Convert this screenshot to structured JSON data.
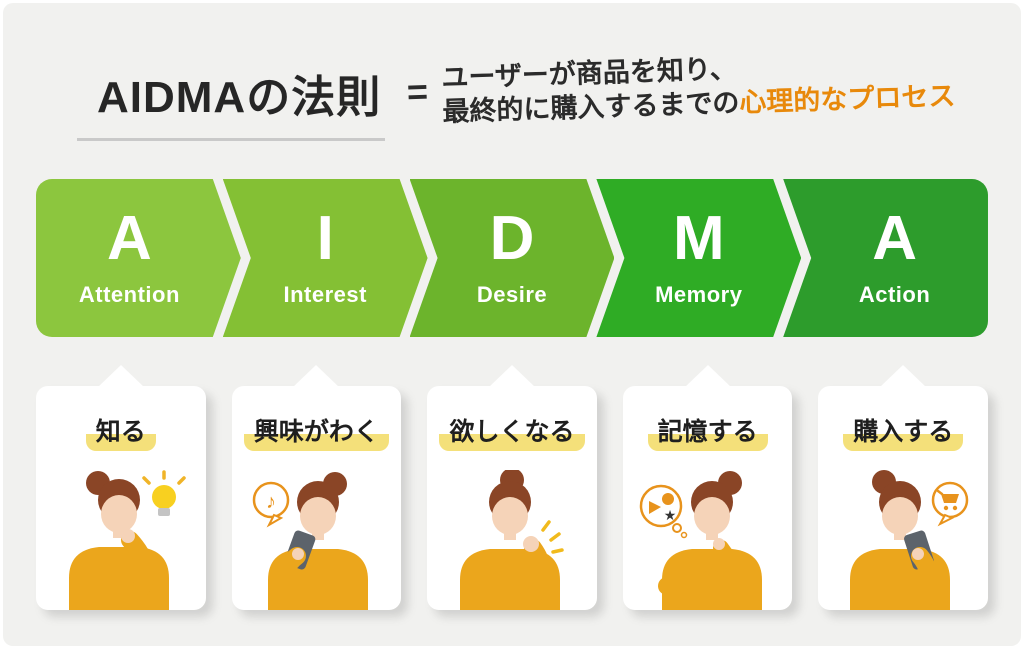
{
  "header": {
    "title": "AIDMAの法則",
    "equals_sign": "=",
    "definition": {
      "line1": "ユーザーが商品を知り、",
      "line2_prefix": "最終的に購入するまでの",
      "line2_emphasis": "心理的なプロセス",
      "emphasis_color": "#e8890b"
    }
  },
  "process_steps": [
    {
      "letter": "A",
      "name": "Attention",
      "caption": "知る",
      "color": "#8cc63e",
      "icon": "lightbulb"
    },
    {
      "letter": "I",
      "name": "Interest",
      "caption": "興味がわく",
      "color": "#84c034",
      "icon": "music-note-bubble"
    },
    {
      "letter": "D",
      "name": "Desire",
      "caption": "欲しくなる",
      "color": "#6cb42c",
      "icon": "sparkle"
    },
    {
      "letter": "M",
      "name": "Memory",
      "caption": "記憶する",
      "color": "#2fac25",
      "icon": "thought-bubble"
    },
    {
      "letter": "A",
      "name": "Action",
      "caption": "購入する",
      "color": "#2d9c2c",
      "icon": "shopping-cart-bubble"
    }
  ],
  "colors": {
    "background": "#f1f1ef",
    "caption_highlight": "#f4e07a",
    "title_underline": "#c9c9c9",
    "step_text": "#ffffff",
    "sweater": "#eba61c",
    "hair": "#8a4526",
    "skin": "#f5d3b8",
    "accent_orange": "#e8931c"
  }
}
